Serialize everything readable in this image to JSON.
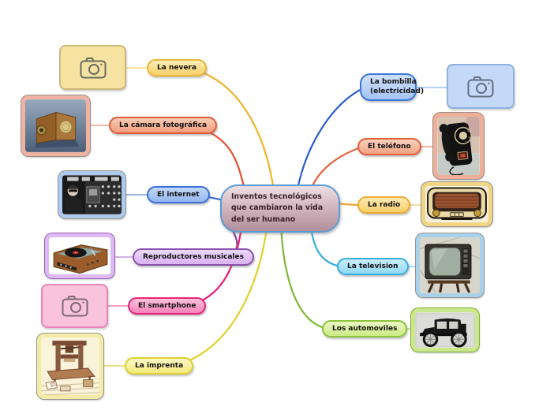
{
  "center": {
    "label": "Inventos tecnológicos que cambiaron la vida del ser humano"
  },
  "placeholder_icon": "camera-icon",
  "branches": [
    {
      "label": "La nevera",
      "line_color": "#efb42a",
      "image": "camera-placeholder"
    },
    {
      "label": "La cámara fotográfica",
      "line_color": "#e14f2f",
      "image": "antique-wooden-camera-photo"
    },
    {
      "label": "El internet",
      "line_color": "#3b6fd4",
      "image": "early-computer-operator-photo"
    },
    {
      "label": "Reproductores musicales",
      "line_color": "#7d3f98",
      "image": "record-player-photo"
    },
    {
      "label": "El smartphone",
      "line_color": "#e81e74",
      "image": "camera-placeholder"
    },
    {
      "label": "La imprenta",
      "line_color": "#e3d02b",
      "image": "printing-press-drawing"
    },
    {
      "label": "La bombilla (electricidad)",
      "line_color": "#2b5ec8",
      "image": "camera-placeholder"
    },
    {
      "label": "El teléfono",
      "line_color": "#e2633c",
      "image": "rotary-phone-photo"
    },
    {
      "label": "La radio",
      "line_color": "#f0a42e",
      "image": "vintage-radio-photo"
    },
    {
      "label": "La television",
      "line_color": "#36aee0",
      "image": "vintage-tv-photo"
    },
    {
      "label": "Los automoviles",
      "line_color": "#7cb832",
      "image": "vintage-car-photo"
    }
  ]
}
